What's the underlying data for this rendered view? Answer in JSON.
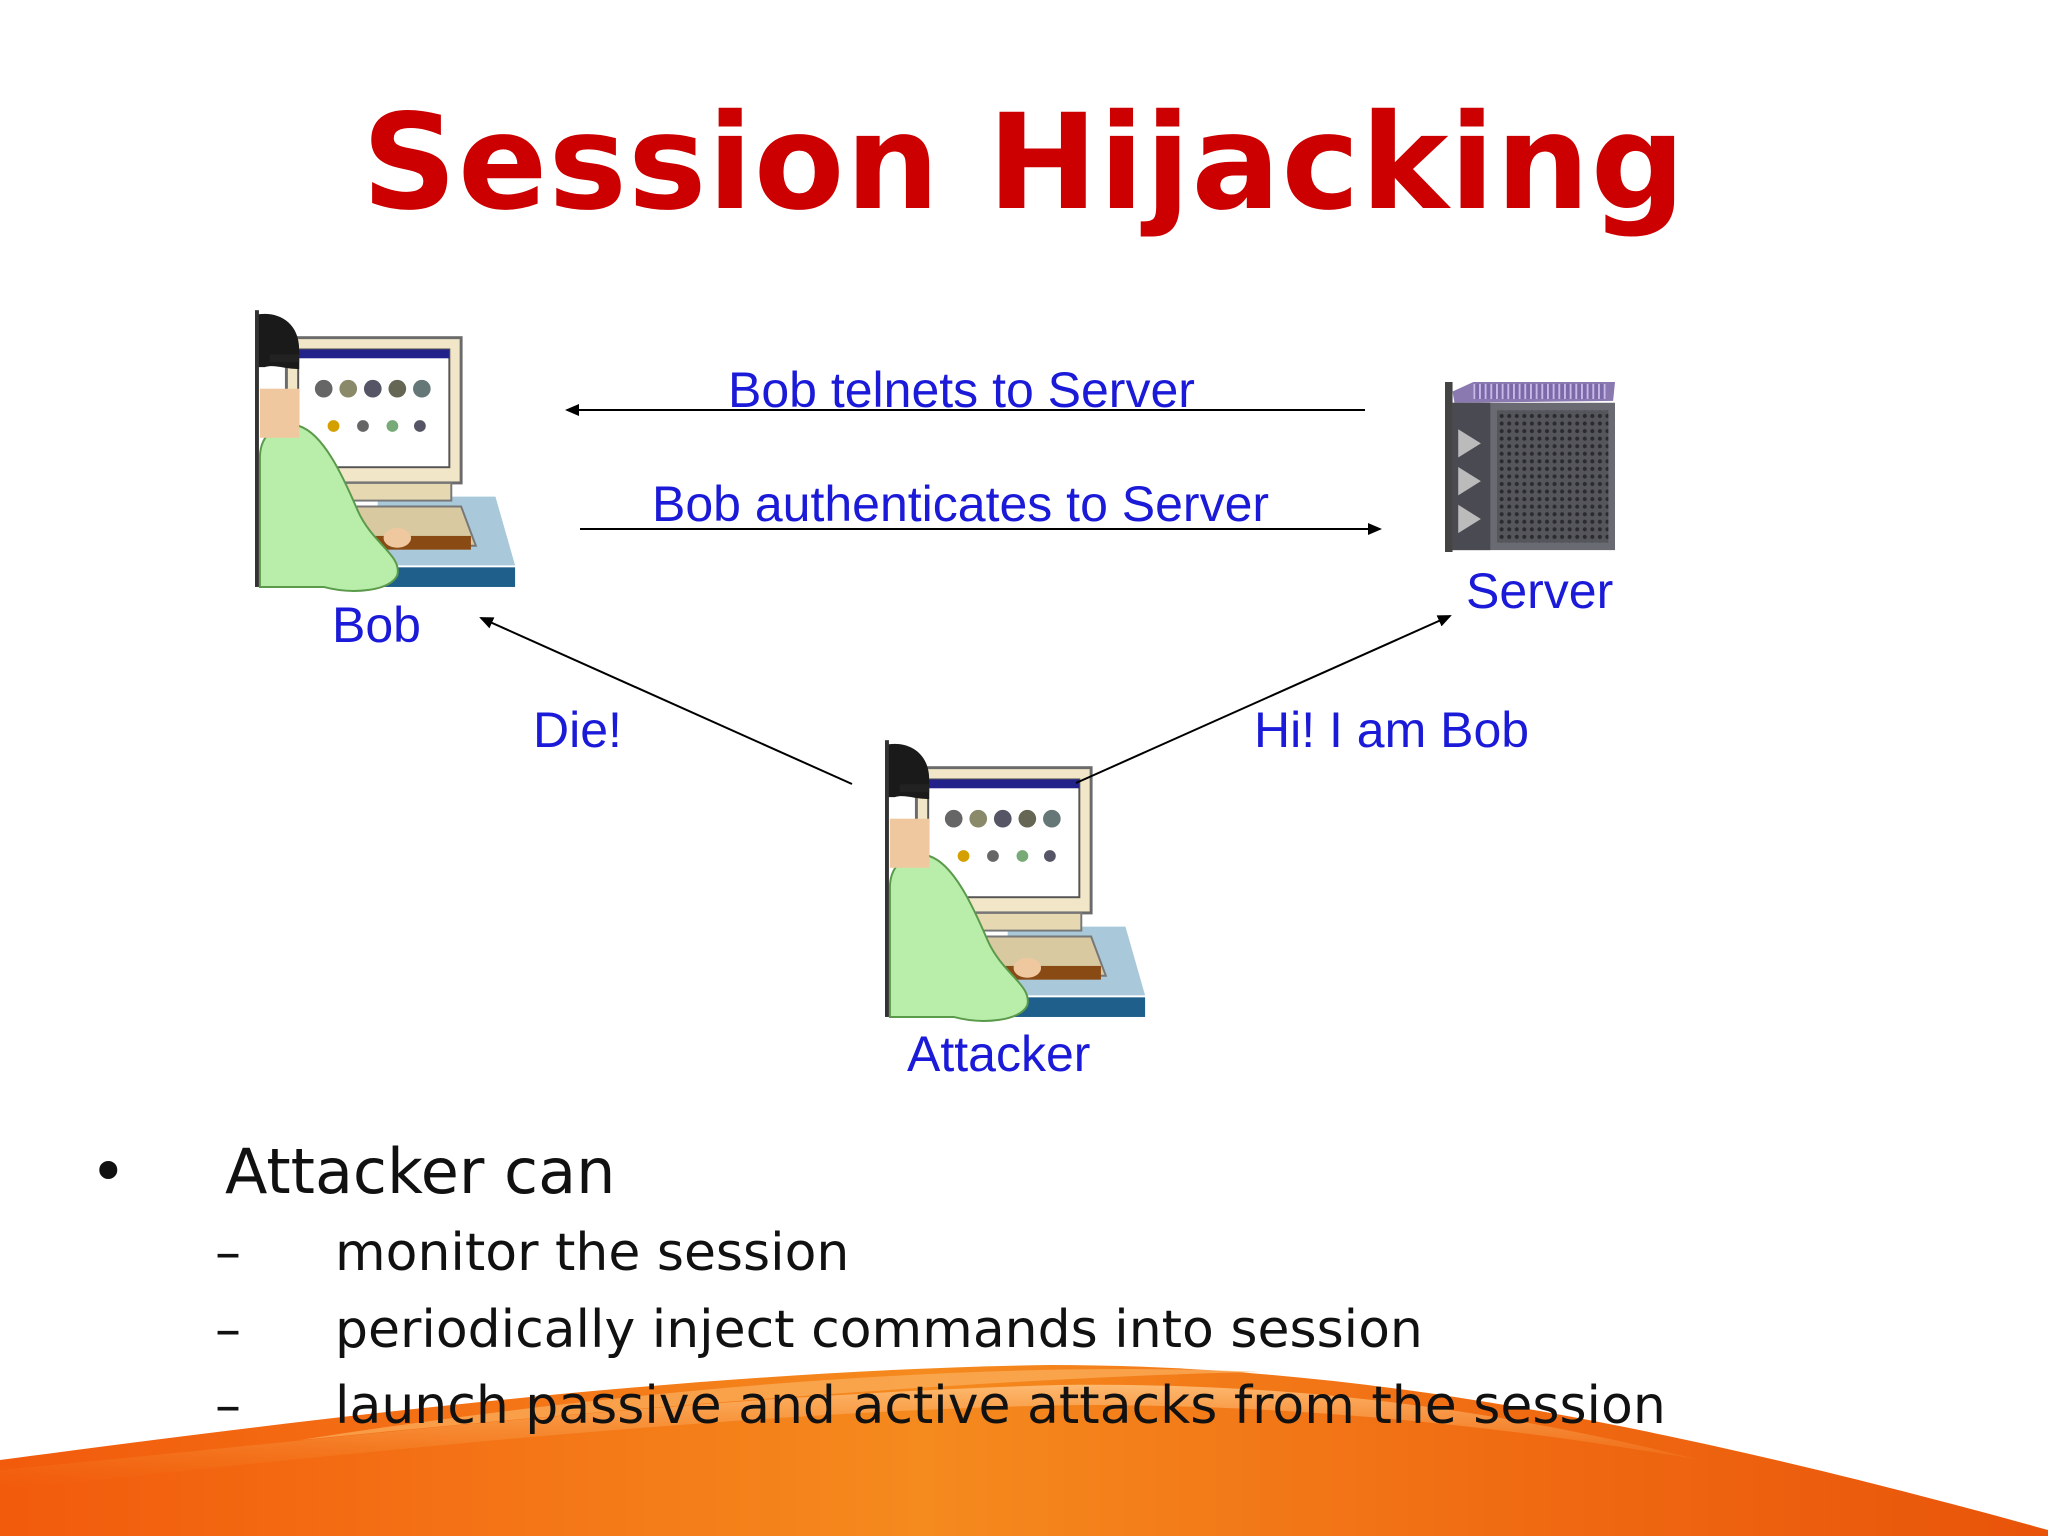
{
  "slide": {
    "title": "Session Hijacking",
    "colors": {
      "title": "#cc0000",
      "diagram_text": "#1a1ad8",
      "body_text": "#111111",
      "accent_orange": "#f07a10"
    }
  },
  "diagram": {
    "nodes": {
      "bob": {
        "label": "Bob",
        "icon": "person-at-computer-icon"
      },
      "server": {
        "label": "Server",
        "icon": "server-tower-icon"
      },
      "attacker": {
        "label": "Attacker",
        "icon": "person-at-computer-icon"
      }
    },
    "edges": [
      {
        "from": "server",
        "to": "bob",
        "label": "Bob telnets to Server"
      },
      {
        "from": "bob",
        "to": "server",
        "label": "Bob authenticates to Server"
      },
      {
        "from": "attacker",
        "to": "bob",
        "label": "Die!"
      },
      {
        "from": "attacker",
        "to": "server",
        "label": "Hi! I am Bob"
      }
    ]
  },
  "bullets": {
    "main_marker": "•",
    "main": "Attacker can",
    "sub_marker": "–",
    "subs": [
      "monitor the session",
      "periodically inject commands into session",
      "launch passive and active attacks from the session"
    ]
  }
}
